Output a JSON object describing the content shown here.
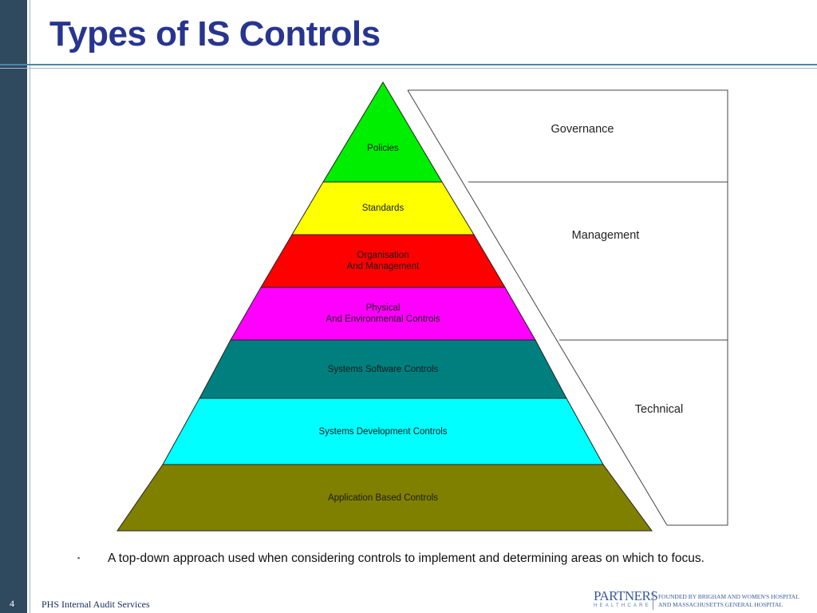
{
  "slide": {
    "title": "Types of IS Controls",
    "page_number": "4",
    "footer_text": "PHS Internal Audit Services"
  },
  "pyramid": {
    "layers": [
      {
        "lines": [
          "Policies"
        ],
        "color": "#00ee00"
      },
      {
        "lines": [
          "Standards"
        ],
        "color": "#ffff00"
      },
      {
        "lines": [
          "Organisation",
          "And Management"
        ],
        "color": "#ff0000"
      },
      {
        "lines": [
          "Physical",
          "And Environmental Controls"
        ],
        "color": "#ff00ff"
      },
      {
        "lines": [
          "Systems Software Controls"
        ],
        "color": "#007f7f"
      },
      {
        "lines": [
          "Systems Development Controls"
        ],
        "color": "#00ffff"
      },
      {
        "lines": [
          "Application Based Controls"
        ],
        "color": "#808000"
      }
    ],
    "tiers": [
      {
        "label": "Governance"
      },
      {
        "label": "Management"
      },
      {
        "label": "Technical"
      }
    ]
  },
  "bullet": {
    "text": "A top-down approach used when considering controls to implement and determining areas on which to focus."
  },
  "logo": {
    "name": "PARTNERS",
    "sub": "HEALTHCARE",
    "founded_line1": "FOUNDED BY BRIGHAM AND WOMEN'S HOSPITAL",
    "founded_line2": "AND MASSACHUSETTS GENERAL HOSPITAL"
  }
}
